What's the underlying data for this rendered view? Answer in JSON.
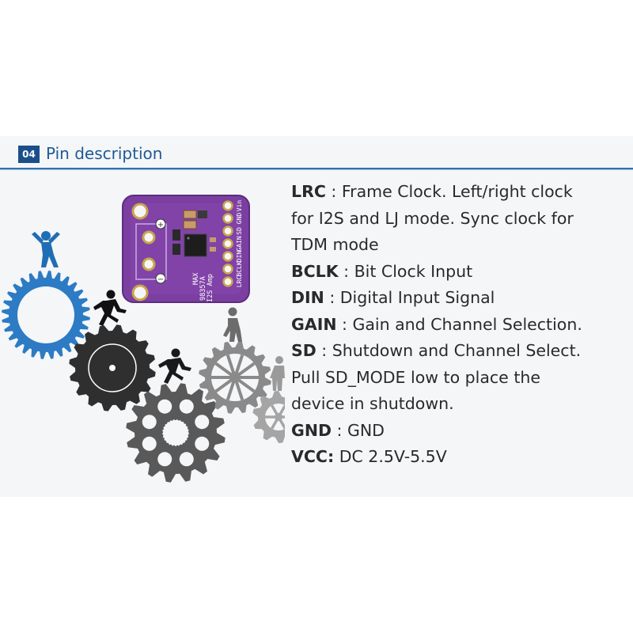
{
  "header": {
    "badge": "04",
    "title": "Pin description"
  },
  "board": {
    "chip_label_1": "MAX",
    "chip_label_2": "98357A",
    "chip_label_3": "I2S Amp",
    "pin_labels": [
      "Vin",
      "GND",
      "SD",
      "GAIN",
      "DIN",
      "BCLK",
      "LRC"
    ],
    "plus": "+",
    "minus": "−"
  },
  "pins": [
    {
      "name": "LRC",
      "sep": " : ",
      "lines": [
        "Frame Clock. Left/right clock",
        "for I2S and LJ mode. Sync clock for",
        "TDM mode"
      ]
    },
    {
      "name": "BCLK",
      "sep": " : ",
      "lines": [
        "Bit Clock Input"
      ]
    },
    {
      "name": "DIN",
      "sep": " : ",
      "lines": [
        "Digital Input Signal"
      ]
    },
    {
      "name": "GAIN",
      "sep": " : ",
      "lines": [
        "Gain and Channel Selection."
      ]
    },
    {
      "name": "SD",
      "sep": " : ",
      "lines": [
        "Shutdown and Channel Select.",
        "Pull SD_MODE low to place the",
        "device in shutdown."
      ]
    },
    {
      "name": "GND",
      "sep": " : ",
      "lines": [
        "GND"
      ]
    },
    {
      "name": "VCC:",
      "sep": " ",
      "lines": [
        "DC 2.5V-5.5V"
      ]
    }
  ],
  "colors": {
    "accent": "#1a4f8c",
    "title": "#1e5a96",
    "blue_gear": "#2c7bc4",
    "dark_gear": "#2f2f2f",
    "mid_gear": "#595959",
    "light_gear": "#8a8a8a",
    "pcb": "#7a3fa0"
  }
}
